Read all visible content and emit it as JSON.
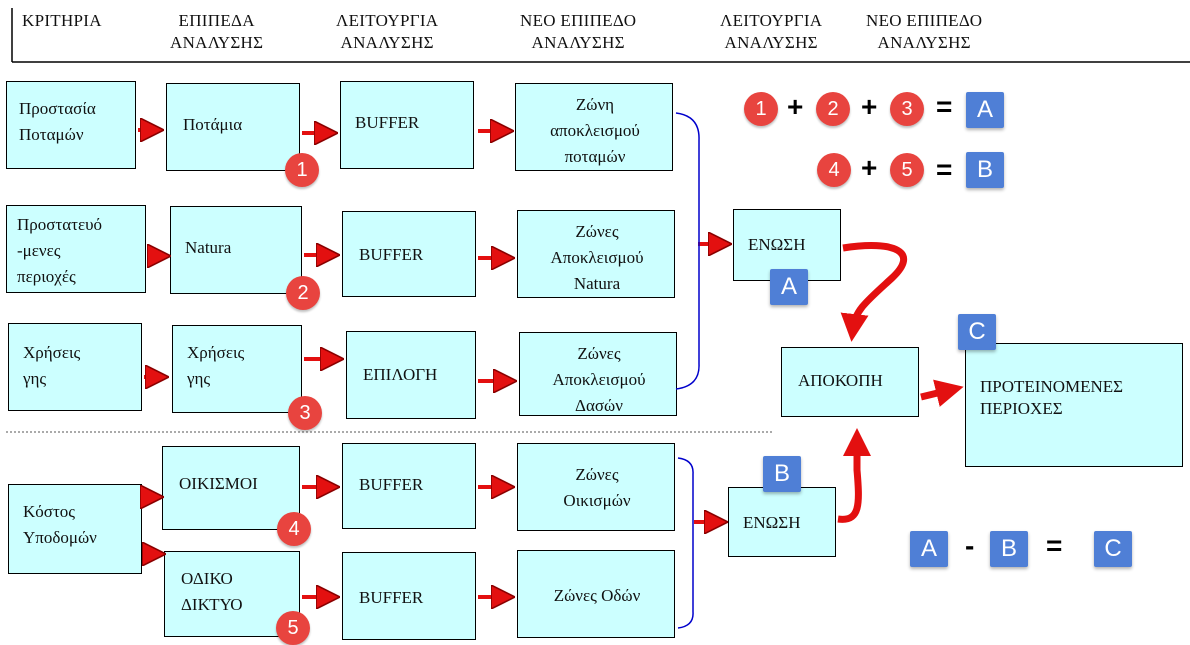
{
  "headers": [
    {
      "line1": "ΚΡΙΤΗΡΙΑ",
      "line2": ""
    },
    {
      "line1": "ΕΠΙΠΕΔΑ",
      "line2": "ΑΝΑΛΥΣΗΣ"
    },
    {
      "line1": "ΛΕΙΤΟΥΡΓΙΑ",
      "line2": "ΑΝΑΛΥΣΗΣ"
    },
    {
      "line1": "ΝΕΟ ΕΠΙΠΕΔΟ",
      "line2": "ΑΝΑΛΥΣΗΣ"
    },
    {
      "line1": "ΛΕΙΤΟΥΡΓΙΑ",
      "line2": "ΑΝΑΛΥΣΗΣ"
    },
    {
      "line1": "ΝΕΟ ΕΠΙΠΕΔΟ",
      "line2": "ΑΝΑΛΥΣΗΣ"
    }
  ],
  "criteria": {
    "rivers": "Προστασία\nΠοταμών",
    "protected": "Προστατευό\n-μενες\nπεριοχές",
    "landuse": "Χρήσεις\nγης",
    "cost": "Κόστος\nΥποδομών"
  },
  "levels": {
    "rivers": "Ποτάμια",
    "natura": "Natura",
    "landuse": "Χρήσεις\nγης",
    "settlements": "ΟΙΚΙΣΜΟΙ",
    "roads": "ΟΔΙΚΟ\nΔΙΚΤΥΟ"
  },
  "functions": {
    "buffer1": "BUFFER",
    "buffer2": "BUFFER",
    "selection": "ΕΠΙΛΟΓΗ",
    "buffer3": "BUFFER",
    "buffer4": "BUFFER"
  },
  "new_levels": {
    "river_zone": "Ζώνη\nαποκλεισμού\nποταμών",
    "natura_zone": "Ζώνες\nΑποκλεισμού\nNatura",
    "forest_zone": "Ζώνες\nΑποκλεισμού\nΔασών",
    "settlement_zone": "Ζώνες\nΟικισμών",
    "road_zone": "Ζώνες Οδών"
  },
  "union_a": "ΕΝΩΣΗ",
  "union_b": "ΕΝΩΣΗ",
  "clip": "ΑΠΟΚΟΠΗ",
  "result": "ΠΡΟΤΕΙΝΟΜΕΝΕΣ\nΠΕΡΙΟΧΕΣ",
  "badges": [
    "1",
    "2",
    "3",
    "4",
    "5"
  ],
  "labels": {
    "a": "A",
    "b": "B",
    "c": "C"
  },
  "ops": {
    "plus": "+",
    "equals": "=",
    "minus": "-"
  },
  "colors": {
    "box_fill": "#ccffff",
    "badge": "#e8443f",
    "label": "#4f7fd6",
    "arrow": "#e31010",
    "bracket": "#0000cc"
  }
}
